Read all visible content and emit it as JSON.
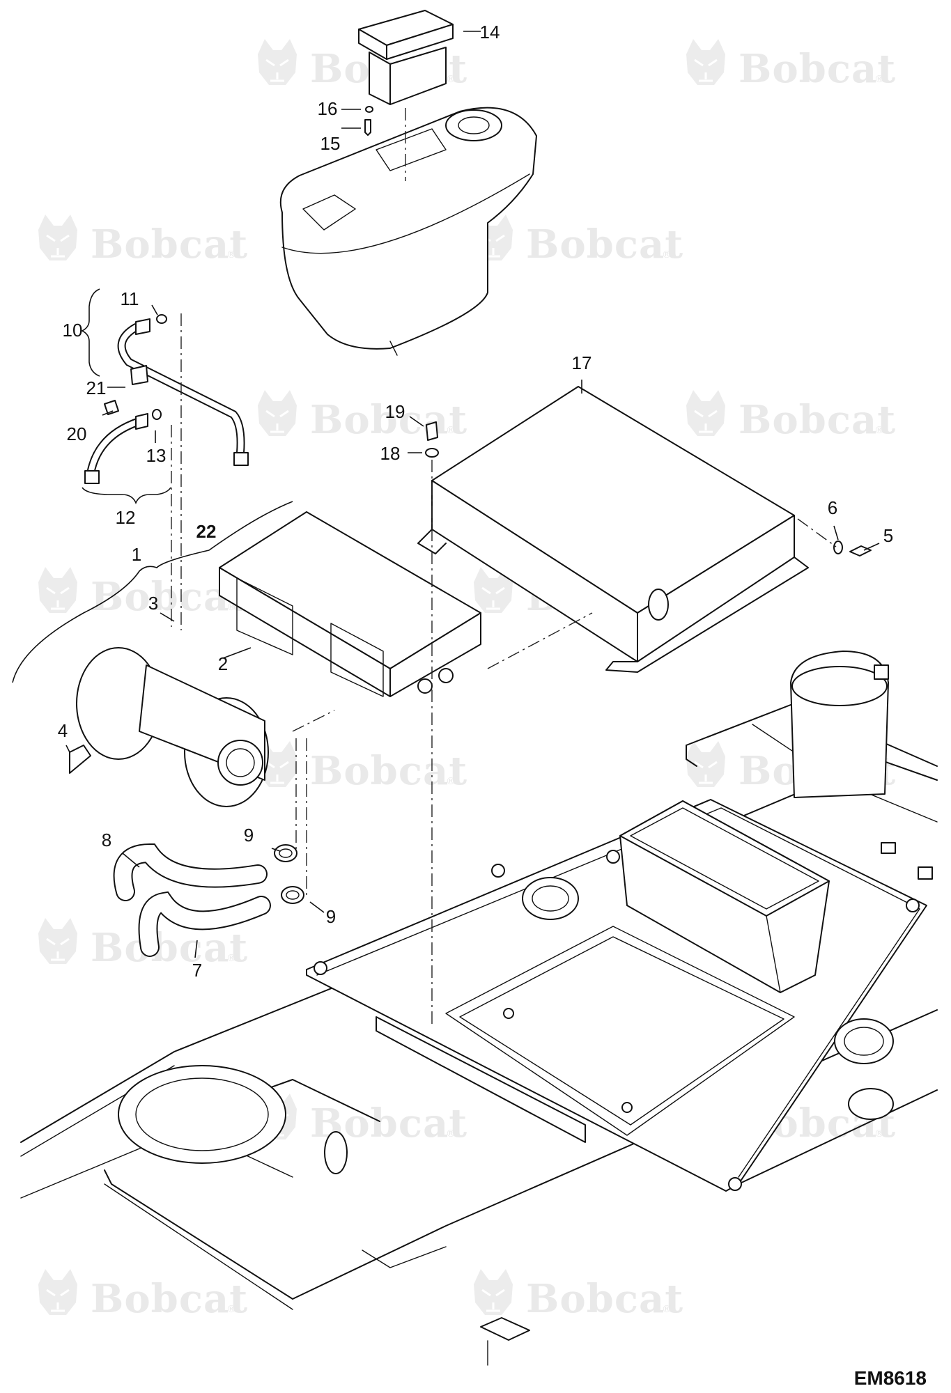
{
  "watermark": {
    "brand": "Bobcat",
    "symbol": "®",
    "logo_icon": "bobcat-head-logo"
  },
  "callouts": [
    {
      "id": "c1",
      "label": "1"
    },
    {
      "id": "c2",
      "label": "2"
    },
    {
      "id": "c3",
      "label": "3"
    },
    {
      "id": "c4",
      "label": "4"
    },
    {
      "id": "c5",
      "label": "5"
    },
    {
      "id": "c6",
      "label": "6"
    },
    {
      "id": "c7",
      "label": "7"
    },
    {
      "id": "c8",
      "label": "8"
    },
    {
      "id": "c9a",
      "label": "9"
    },
    {
      "id": "c9b",
      "label": "9"
    },
    {
      "id": "c10",
      "label": "10"
    },
    {
      "id": "c11",
      "label": "11"
    },
    {
      "id": "c12",
      "label": "12"
    },
    {
      "id": "c13",
      "label": "13"
    },
    {
      "id": "c14",
      "label": "14"
    },
    {
      "id": "c15",
      "label": "15"
    },
    {
      "id": "c16",
      "label": "16"
    },
    {
      "id": "c17",
      "label": "17"
    },
    {
      "id": "c18",
      "label": "18"
    },
    {
      "id": "c19",
      "label": "19"
    },
    {
      "id": "c20",
      "label": "20"
    },
    {
      "id": "c21",
      "label": "21"
    },
    {
      "id": "c22",
      "label": "22"
    }
  ],
  "drawing_code": "EM8618"
}
